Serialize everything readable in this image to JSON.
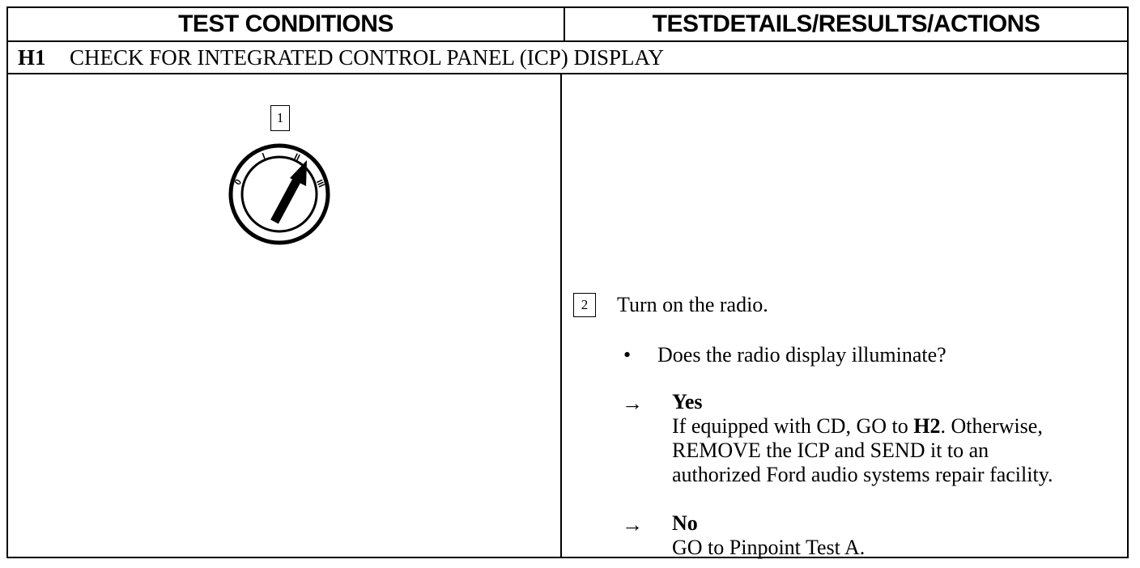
{
  "header": {
    "left_title": "TEST CONDITIONS",
    "right_title": "TESTDETAILS/RESULTS/ACTIONS"
  },
  "section": {
    "id": "H1",
    "title": "CHECK FOR INTEGRATED CONTROL PANEL (ICP) DISPLAY"
  },
  "step1": {
    "number": "1",
    "illustration": "ignition-switch-icon",
    "positions": [
      "0",
      "I",
      "II",
      "III"
    ]
  },
  "step2": {
    "number": "2",
    "instruction": "Turn on the radio.",
    "bullet_symbol": "•",
    "question": "Does the radio display illuminate?",
    "arrow_symbol": "→",
    "yes": {
      "label": "Yes",
      "line1_pre": "If equipped with CD, GO to ",
      "line1_ref": "H2",
      "line1_post": ". Otherwise,",
      "line2": "REMOVE the ICP and SEND it to an",
      "line3": "authorized Ford audio systems repair facility."
    },
    "no": {
      "label": "No",
      "line1": "GO to Pinpoint Test A."
    }
  }
}
